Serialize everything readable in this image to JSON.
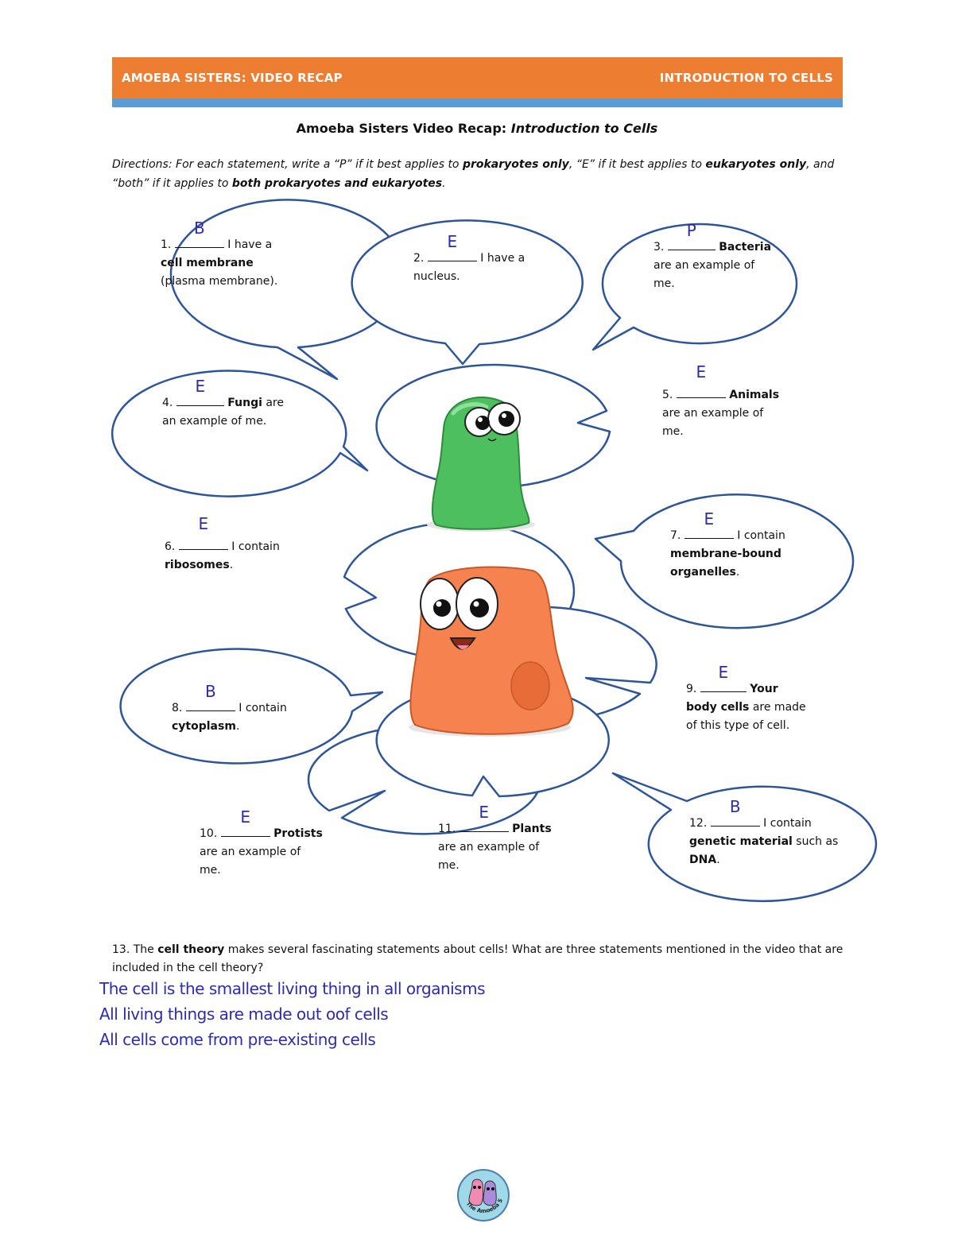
{
  "header": {
    "left": "AMOEBA SISTERS: VIDEO RECAP",
    "right": "INTRODUCTION TO CELLS"
  },
  "title": {
    "plain": "Amoeba Sisters Video Recap: ",
    "italic": "Introduction to Cells"
  },
  "directions": {
    "p1": "Directions",
    "p2": ": For each statement, write a “P” if it best applies to ",
    "p3": "prokaryotes only",
    "p4": ", “E” if it best applies to ",
    "p5": "eukaryotes only",
    "p6": ", and “both” if it applies to ",
    "p7": "both prokaryotes and eukaryotes",
    "p8": "."
  },
  "q1": {
    "num": "1.",
    "ans": "B",
    "l1": "I have a",
    "l2": "cell membrane",
    "l3": "(plasma membrane)."
  },
  "q2": {
    "num": "2.",
    "ans": "E",
    "l1": "I have a",
    "l2": "nucleus."
  },
  "q3": {
    "num": "3.",
    "ans": "P",
    "l1": "Bacteria",
    "l2": "are an example of",
    "l3": "me."
  },
  "q4": {
    "num": "4.",
    "ans": "E",
    "l1": "Fungi",
    "l1b": "are",
    "l2": "an example of me."
  },
  "q5": {
    "num": "5.",
    "ans": "E",
    "l1": "Animals",
    "l2": "are an example of",
    "l3": "me."
  },
  "q6": {
    "num": "6.",
    "ans": "E",
    "l1": "I contain",
    "l2": "ribosomes",
    "l2b": "."
  },
  "q7": {
    "num": "7.",
    "ans": "E",
    "l1": "I contain",
    "l2": "membrane-bound",
    "l3": "organelles",
    "l3b": "."
  },
  "q8": {
    "num": "8.",
    "ans": "B",
    "l1": "I contain",
    "l2": "cytoplasm",
    "l2b": "."
  },
  "q9": {
    "num": "9.",
    "ans": "E",
    "l1": "Your",
    "l2": "body cells",
    "l2b": "are made",
    "l3": "of this type of cell."
  },
  "q10": {
    "num": "10.",
    "ans": "E",
    "l1": "Protists",
    "l2": "are an example of",
    "l3": "me."
  },
  "q11": {
    "num": "11.",
    "ans": "E",
    "l1": "Plants",
    "l2": "are an example of",
    "l3": "me."
  },
  "q12": {
    "num": "12.",
    "ans": "B",
    "l1": "I contain",
    "l2": "genetic material",
    "l2b": "such as",
    "l3": "DNA",
    "l3b": "."
  },
  "q13": {
    "p1": "13. The ",
    "p2": "cell theory",
    "p3": " makes several fascinating statements about cells! What are three statements mentioned in the video that are included in the cell theory?"
  },
  "answers13": [
    "The cell is the smallest living thing in all organisms",
    "All living things are made out oof cells",
    "All cells come from pre-existing cells"
  ],
  "logo_text": "The Amoeba Sisters",
  "colors": {
    "header": "#ED7D31",
    "strip": "#5B9BD5",
    "bubble": "#2F5597",
    "answer": "#2E2CA8"
  }
}
